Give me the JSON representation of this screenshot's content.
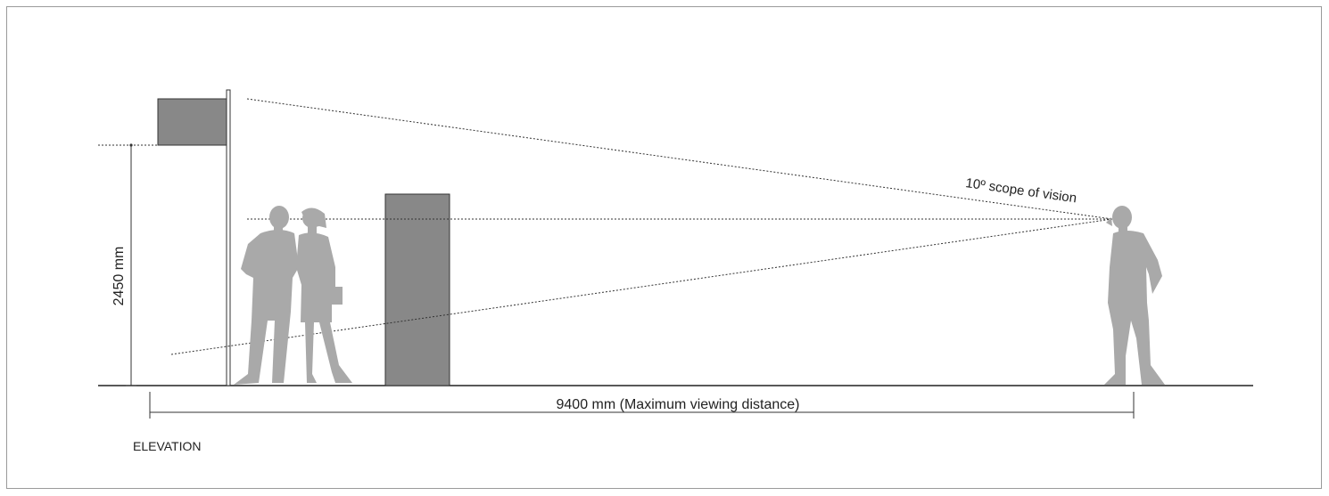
{
  "labels": {
    "height_dimension": "2450 mm",
    "distance_dimension": "9400 mm (Maximum viewing distance)",
    "vision_scope": "10º scope of vision",
    "view_title": "ELEVATION"
  },
  "colors": {
    "sign_panel": "#888888",
    "silhouette": "#a9a9a9",
    "line": "#333333",
    "frame": "#9a9a9a"
  }
}
